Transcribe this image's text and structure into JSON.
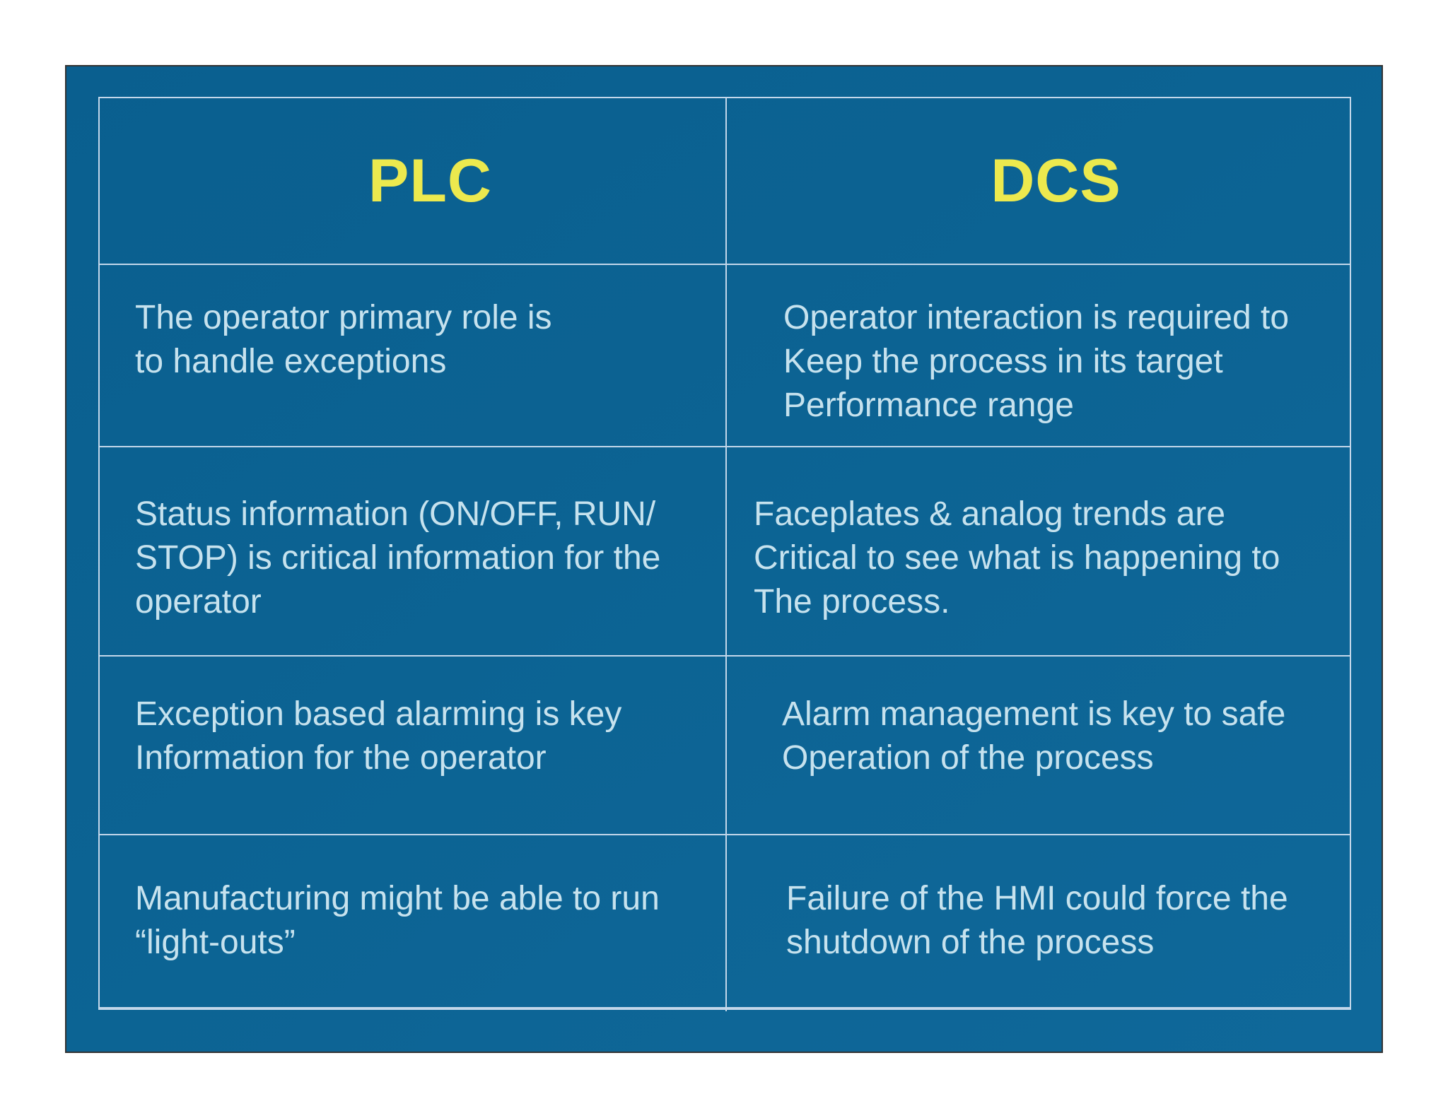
{
  "slide": {
    "background": "#0c6393",
    "border_color": "#333333",
    "grid_color": "#c3d7ea",
    "header_color": "#ece94e",
    "body_text_color": "#c6e2ee"
  },
  "table": {
    "headers": [
      {
        "label": "PLC"
      },
      {
        "label": "DCS"
      }
    ],
    "rows": [
      {
        "plc": "The operator primary role is\nto handle exceptions",
        "dcs": "Operator interaction is required to\nKeep the process in its target\nPerformance range"
      },
      {
        "plc": "Status information (ON/OFF, RUN/\nSTOP) is critical information for the\noperator",
        "dcs": "Faceplates & analog trends are\nCritical to see what is happening to\nThe process."
      },
      {
        "plc": "Exception based alarming is key\nInformation for the operator",
        "dcs": "Alarm management is key to safe\nOperation of the process"
      },
      {
        "plc": "Manufacturing might be able to run\n“light-outs”",
        "dcs": "Failure of the HMI could force the\nshutdown of the process"
      }
    ]
  }
}
